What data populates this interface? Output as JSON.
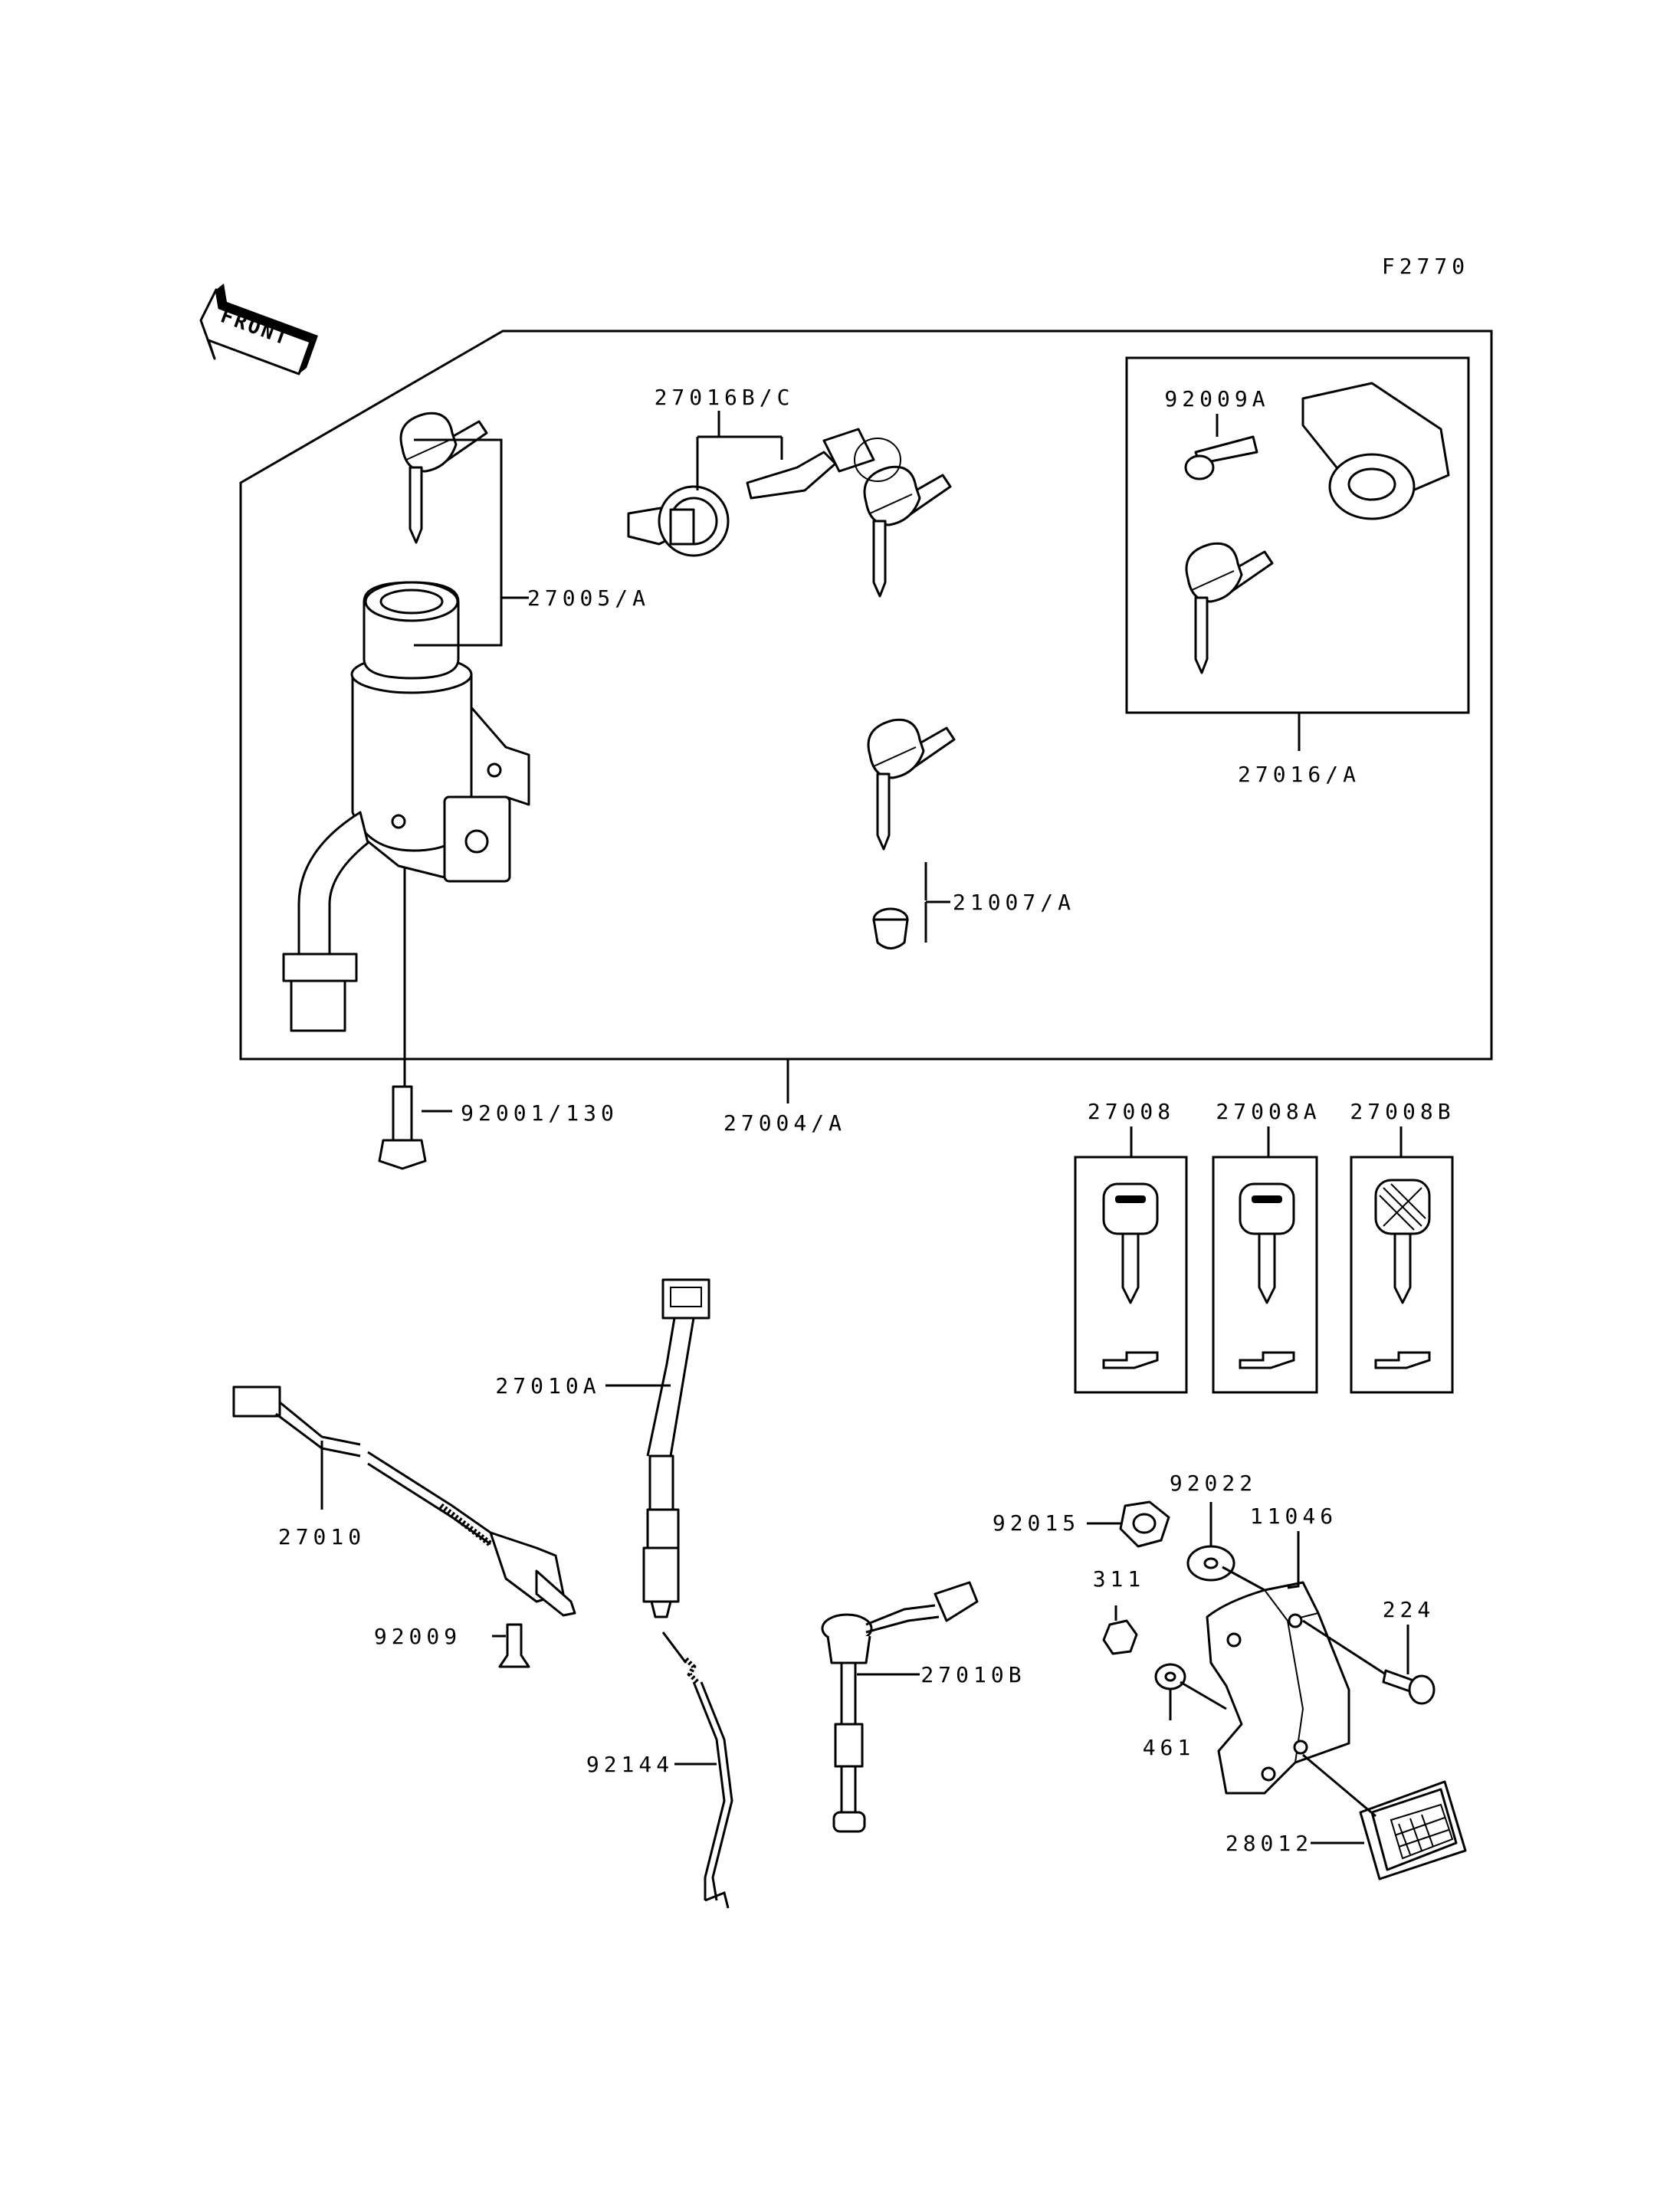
{
  "figure_code": "F2770",
  "front_label": "FRONT",
  "parts": {
    "p27016BC": "27016B/C",
    "p92009A": "92009A",
    "p27005A": "27005/A",
    "p27016A": "27016/A",
    "p21007A": "21007/A",
    "p92001_130": "92001/130",
    "p27004A": "27004/A",
    "p27008": "27008",
    "p27008A": "27008A",
    "p27008B": "27008B",
    "p27010A": "27010A",
    "p27010": "27010",
    "p92009": "92009",
    "p92022": "92022",
    "p92015": "92015",
    "p11046": "11046",
    "p311": "311",
    "p224": "224",
    "p461": "461",
    "p27010B": "27010B",
    "p92144": "92144",
    "p28012": "28012"
  }
}
